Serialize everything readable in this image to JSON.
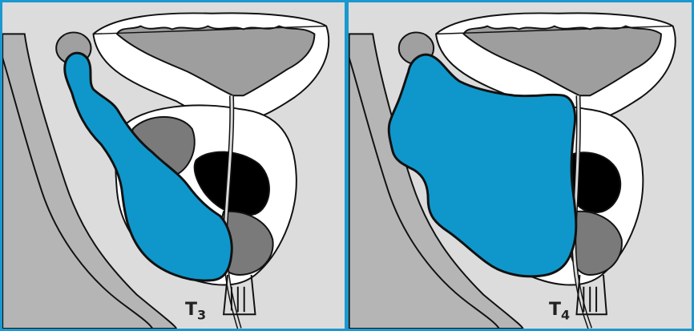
{
  "panels": [
    {
      "id": "t3",
      "stage_main": "T",
      "stage_sub": "3"
    },
    {
      "id": "t4",
      "stage_main": "T",
      "stage_sub": "4"
    }
  ],
  "colors": {
    "frame": "#1a98cf",
    "tumor": "#0f97cb",
    "background": "#dcdcdc",
    "tissue_mid": "#b5b5b5",
    "tissue_dark": "#7a7a7a",
    "urethra_dark": "#000000",
    "outline": "#111111"
  },
  "icons": [
    "bladder-shape",
    "prostate-shape",
    "tumor-shape",
    "urethra-shape",
    "rectum-shape"
  ]
}
